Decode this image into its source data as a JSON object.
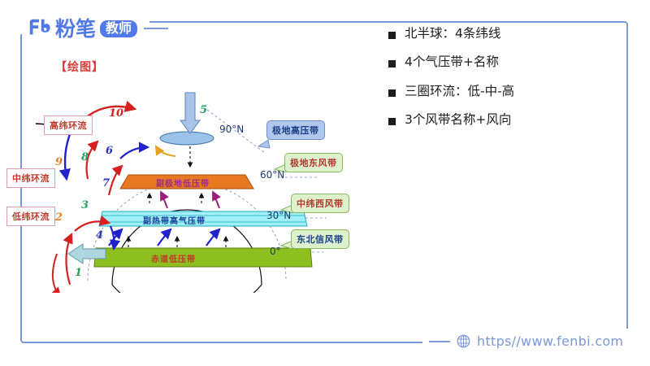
{
  "brand": {
    "logo_text": "粉笔",
    "logo_badge": "教师"
  },
  "footer": {
    "url": "https//www.fenbi.com",
    "globe_icon": "globe-icon"
  },
  "checklist": {
    "items": [
      "北半球：4条纬线",
      "4个气压带+名称",
      "三圈环流：低-中-高",
      "3个风带名称+风向"
    ]
  },
  "diagram": {
    "title": "【绘图】",
    "side_labels": [
      "高纬环流",
      "中纬环流",
      "低纬环流"
    ],
    "pressure_belts": [
      {
        "name": "副极地低压带",
        "color": "#e87722",
        "text_color": "#9b2d86"
      },
      {
        "name": "副热带高气压带",
        "color": "#7fe8f0",
        "text_color": "#1b3fa0"
      },
      {
        "name": "赤道低压带",
        "color": "#8cbf1f",
        "text_color": "#c0392b"
      }
    ],
    "wind_belts": [
      "极地东风带",
      "中纬西风带",
      "东北信风带"
    ],
    "polar_high": "极地高压带",
    "latitudes": [
      "90°N",
      "60°N",
      "30°N",
      "0°"
    ],
    "numbers": [
      "1",
      "2",
      "3",
      "4",
      "5",
      "6",
      "7",
      "8",
      "9",
      "10"
    ]
  },
  "colors": {
    "brand_blue": "#5279e8",
    "frame_blue": "#7b98d9",
    "red": "#e03b3b",
    "green_num": "#22a05a",
    "orange_num": "#e8801a",
    "blue_num": "#2b35b8"
  }
}
